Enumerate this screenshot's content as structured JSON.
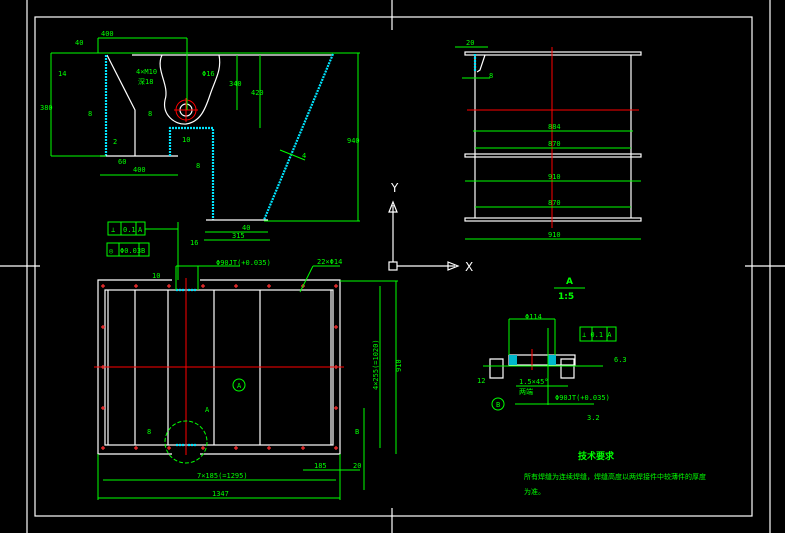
{
  "axes": {
    "y_label": "Y",
    "x_label": "X"
  },
  "front_view": {
    "dims": [
      "400",
      "40",
      "14",
      "380",
      "4×M10",
      "深18",
      "Φ16",
      "340",
      "420",
      "940",
      "8",
      "2",
      "8",
      "60",
      "400",
      "10",
      "40",
      "16",
      "315",
      "8",
      "4"
    ]
  },
  "tolerance_frames": [
    {
      "symbol": "⊥",
      "value": "0.1",
      "datum": "A"
    },
    {
      "symbol": "◎",
      "value": "Φ0.03",
      "datum": "B"
    }
  ],
  "side_view": {
    "dims": [
      "20",
      "8",
      "884",
      "870",
      "910",
      "870",
      "910"
    ]
  },
  "plan_view": {
    "dims": [
      "Φ90JT(+0.035)",
      "22×Φ14",
      "10",
      "1347",
      "7×185(=1295)",
      "185",
      "20",
      "4×255(=1020)",
      "910",
      "8",
      "A",
      "B",
      "A"
    ]
  },
  "detail": {
    "title": "A",
    "scale": "1:5",
    "dims": [
      "Φ114",
      "⊥ 0.1 A",
      "12",
      "1.5×45°",
      "两端",
      "Φ90JT(+0.035)",
      "6.3",
      "3.2",
      "B"
    ]
  },
  "notes": {
    "title": "技术要求",
    "lines": [
      "所有焊缝为连续焊缝，焊缝高度以两焊接件中较薄件的厚度",
      "为准。"
    ]
  }
}
